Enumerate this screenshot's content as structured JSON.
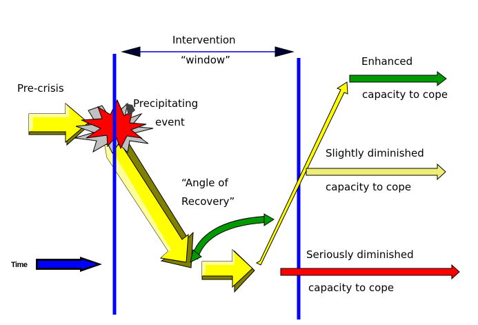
{
  "colors": {
    "window_line": "#0000ff",
    "arrow_yellow": "#ffff00",
    "arrow_yellow_shadow": "#808000",
    "arrow_yellow_light": "#ffff99",
    "enhanced": "#009900",
    "slightly": "#eeee77",
    "seriously": "#ff0000",
    "burst": "#ff0000",
    "burst_shadow": "#c0c0c0",
    "time_arrow": "#0000ff"
  },
  "labels": {
    "intervention_line1": "Intervention",
    "intervention_line2": "“window”",
    "pre_crisis": "Pre-crisis",
    "precipitating_line1": "Precipitating",
    "precipitating_line2": "event",
    "angle_line1": "“Angle of",
    "angle_line2": "Recovery”",
    "enhanced_line1": "Enhanced",
    "enhanced_line2": "capacity to cope",
    "slightly_line1": "Slightly diminished",
    "slightly_line2": "capacity to cope",
    "seriously_line1": "Seriously diminished",
    "seriously_line2": "capacity to cope",
    "time": "Time"
  },
  "outcomes": [
    "Enhanced capacity to cope",
    "Slightly diminished capacity to cope",
    "Seriously diminished capacity to cope"
  ]
}
